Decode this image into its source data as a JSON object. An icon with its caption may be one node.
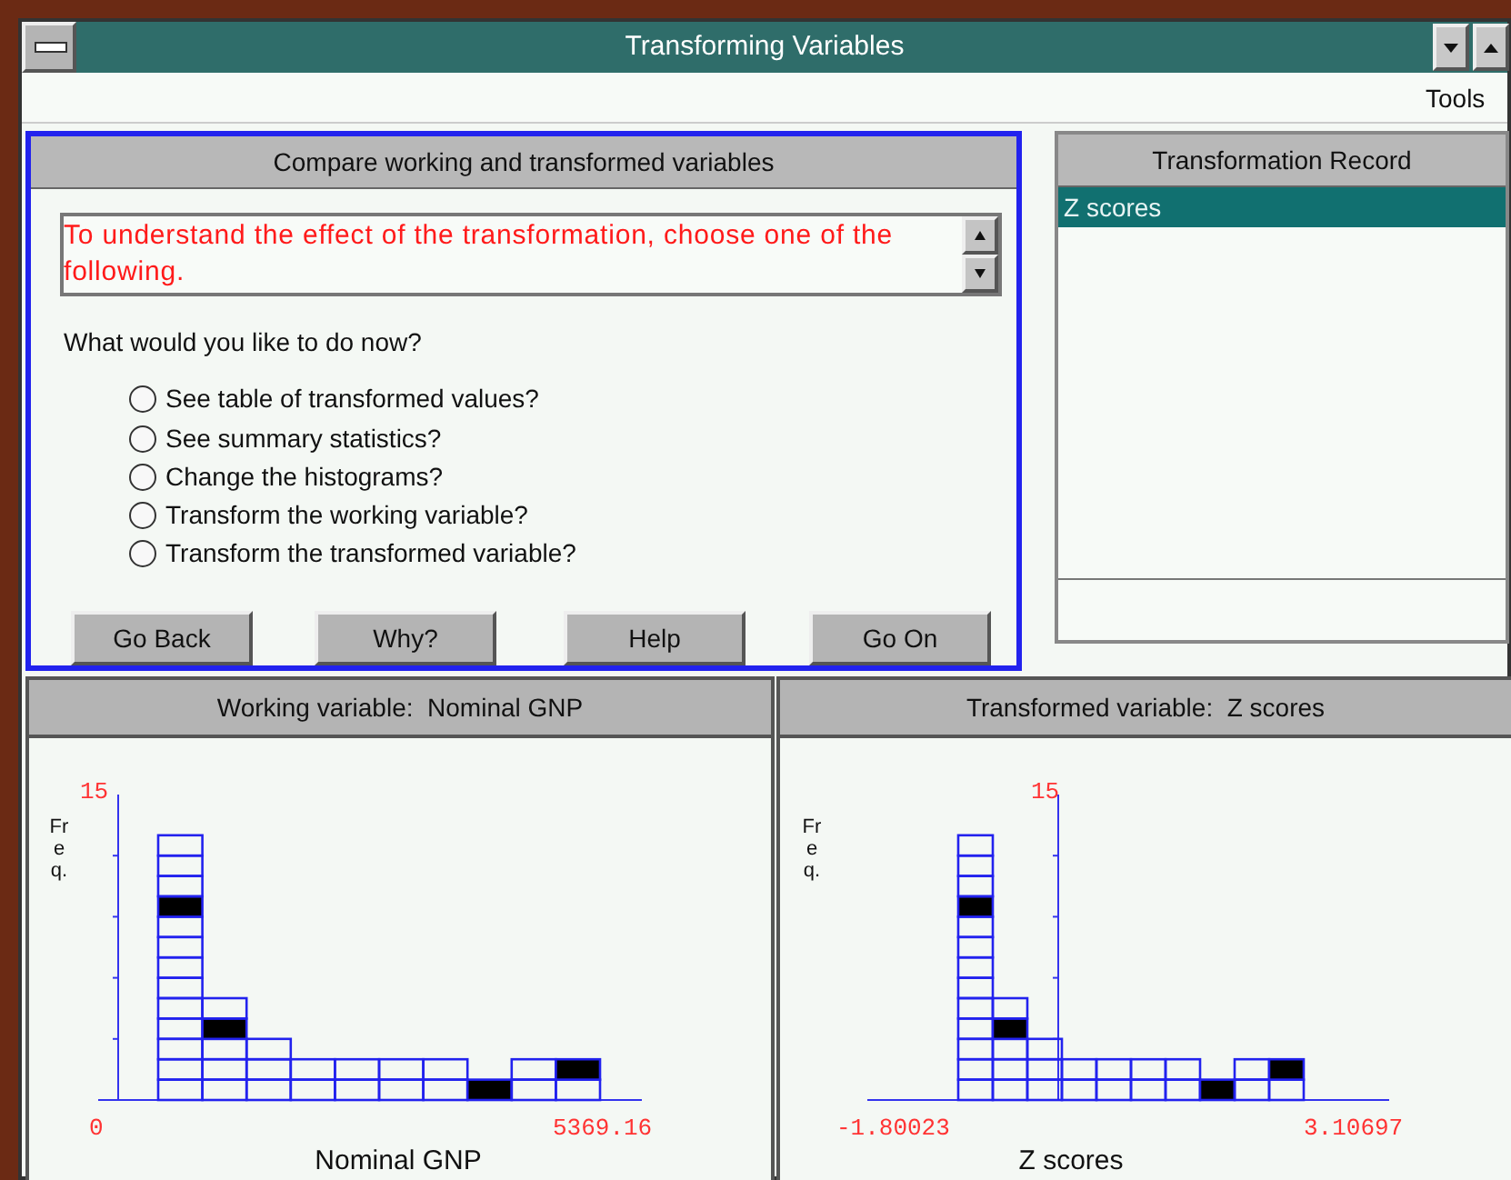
{
  "diagram": {
    "nodes": [
      {
        "text": [
          "Transforming Variables"
        ]
      },
      {
        "text": [
          "Compare working and transformed variables"
        ],
        "in": 0
      },
      {
        "text": [
          "To understand the effect of the transformation, choose one of the following."
        ],
        "in": 1
      },
      {
        "text": [
          "Transformation Record",
          "Z scores"
        ],
        "in": 0
      },
      {
        "text": [
          "Working variable:  Nominal GNP"
        ],
        "in": 0
      },
      {
        "text": [
          "Transformed variable:  Z scores"
        ],
        "in": 0
      }
    ],
    "labels": [
      "Tools",
      "What would you like to do now?",
      "See table of transformed values?",
      "See summary statistics?",
      "Change the histograms?",
      "Transform the working variable?",
      "Transform the transformed variable?",
      "Go Back",
      "Why?",
      "Help",
      "Go On",
      "15",
      "Freq.",
      "0",
      "5369.16",
      "Nominal GNP",
      "15",
      "Freq.",
      "-1.80023",
      "3.10697",
      "Z scores"
    ]
  }
}
